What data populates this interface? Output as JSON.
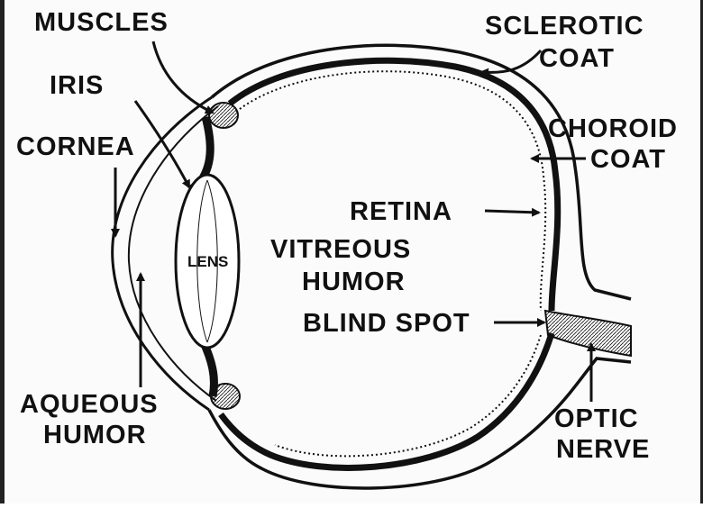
{
  "diagram": {
    "labels": {
      "muscles": "MUSCLES",
      "iris": "IRIS",
      "cornea": "CORNEA",
      "sclerotic_1": "SCLEROTIC",
      "sclerotic_2": "COAT",
      "choroid_1": "CHOROID",
      "choroid_2": "COAT",
      "retina": "RETINA",
      "lens": "LENS",
      "vitreous_1": "VITREOUS",
      "vitreous_2": "HUMOR",
      "blind_spot": "BLIND SPOT",
      "aqueous_1": "AQUEOUS",
      "aqueous_2": "HUMOR",
      "optic_1": "OPTIC",
      "optic_2": "NERVE"
    },
    "colors": {
      "ink": "#111111",
      "paper": "#fbfbfb"
    }
  }
}
